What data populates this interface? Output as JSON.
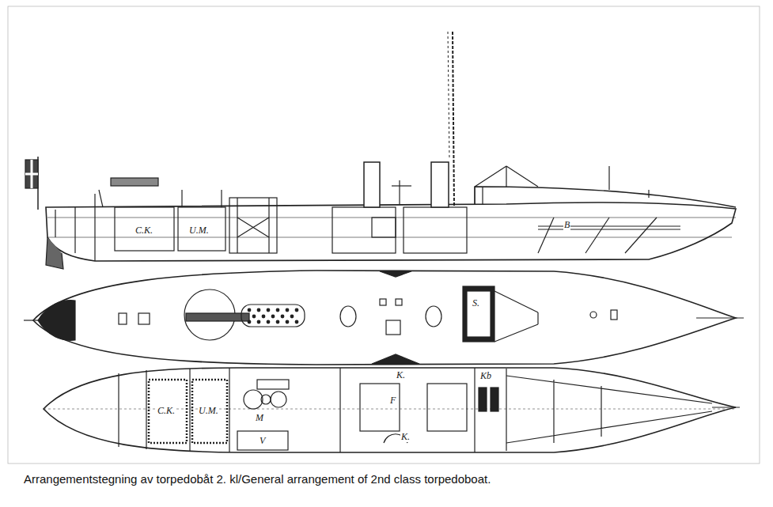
{
  "diagram": {
    "caption": "Arrangementstegning av torpedobåt 2. kl/General arrangement of 2nd class torpedoboat.",
    "labels": [
      "C.K.",
      "U.M.",
      "B",
      "S.",
      "C.K.",
      "U.M.",
      "M",
      "V",
      "K.",
      "F",
      "K.",
      "Kb"
    ]
  }
}
